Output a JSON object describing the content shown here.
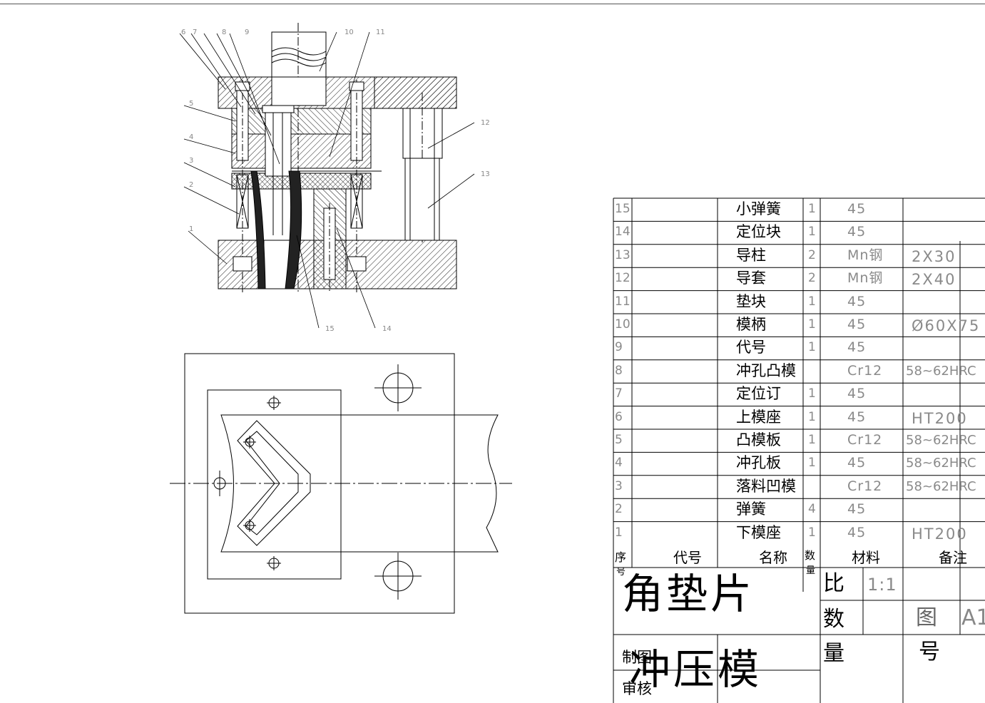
{
  "balloons": [
    "1",
    "2",
    "3",
    "4",
    "5",
    "6",
    "7",
    "8",
    "9",
    "10",
    "11",
    "12",
    "13",
    "14",
    "15"
  ],
  "parts": [
    {
      "no": "15",
      "name": "小弹簧",
      "qty": "1",
      "material": "45",
      "note": ""
    },
    {
      "no": "14",
      "name": "定位块",
      "qty": "1",
      "material": "45",
      "note": ""
    },
    {
      "no": "13",
      "name": "导柱",
      "qty": "2",
      "material": "Mn钢",
      "note": "2X30"
    },
    {
      "no": "12",
      "name": "导套",
      "qty": "2",
      "material": "Mn钢",
      "note": "2X40"
    },
    {
      "no": "11",
      "name": "垫块",
      "qty": "1",
      "material": "45",
      "note": ""
    },
    {
      "no": "10",
      "name": "模柄",
      "qty": "1",
      "material": "45",
      "note": "Ø60X75"
    },
    {
      "no": "9",
      "name": "代号",
      "qty": "1",
      "material": "45",
      "note": ""
    },
    {
      "no": "8",
      "name": "冲孔凸模",
      "qty": "",
      "material": "Cr12",
      "note": "58~62HRC"
    },
    {
      "no": "7",
      "name": "定位订",
      "qty": "1",
      "material": "45",
      "note": ""
    },
    {
      "no": "6",
      "name": "上模座",
      "qty": "1",
      "material": "45",
      "note": "HT200"
    },
    {
      "no": "5",
      "name": "凸模板",
      "qty": "1",
      "material": "Cr12",
      "note": "58~62HRC"
    },
    {
      "no": "4",
      "name": "冲孔板",
      "qty": "1",
      "material": "45",
      "note": "58~62HRC"
    },
    {
      "no": "3",
      "name": "落料凹模",
      "qty": "",
      "material": "Cr12",
      "note": "58~62HRC"
    },
    {
      "no": "2",
      "name": "弹簧",
      "qty": "4",
      "material": "45",
      "note": ""
    },
    {
      "no": "1",
      "name": "下模座",
      "qty": "1",
      "material": "45",
      "note": "HT200"
    }
  ],
  "header": {
    "seq": "序",
    "seq2": "号",
    "code": "代号",
    "name": "名称",
    "qty": "数",
    "qty2": "量",
    "material": "材料",
    "note": "备注"
  },
  "title_block": {
    "title_line1": "角垫片",
    "title_line2": "冲压模",
    "scale_label": "比",
    "scale_value": "1:1",
    "count_label": "数",
    "weight_label": "量",
    "drawing_label": "图",
    "drawing_size": "A1",
    "number_label": "号",
    "made_by": "制图",
    "checked_by": "审核"
  }
}
